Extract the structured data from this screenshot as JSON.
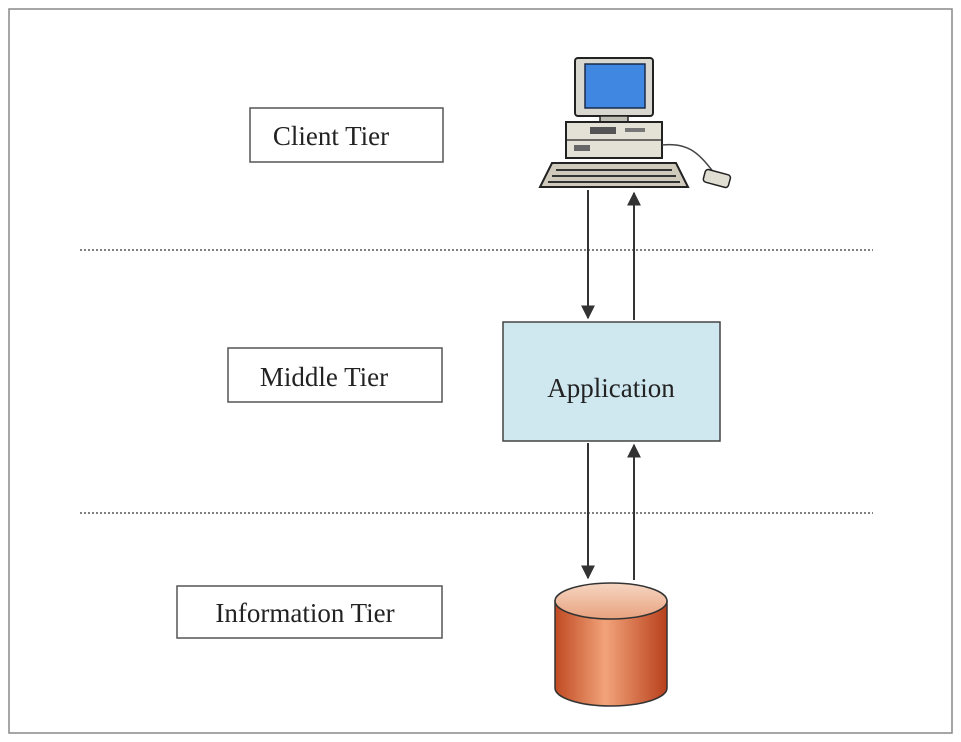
{
  "tiers": {
    "client": {
      "label": "Client Tier"
    },
    "middle": {
      "label": "Middle Tier"
    },
    "information": {
      "label": "Information Tier"
    }
  },
  "application": {
    "label": "Application"
  },
  "icons": {
    "client": "desktop-computer-icon",
    "database": "database-cylinder-icon"
  },
  "colors": {
    "application_fill": "#cfe8f0",
    "database_top": "#f2c4a8",
    "database_body": "#d9663a",
    "monitor_screen": "#3f87e0",
    "line": "#333333"
  }
}
